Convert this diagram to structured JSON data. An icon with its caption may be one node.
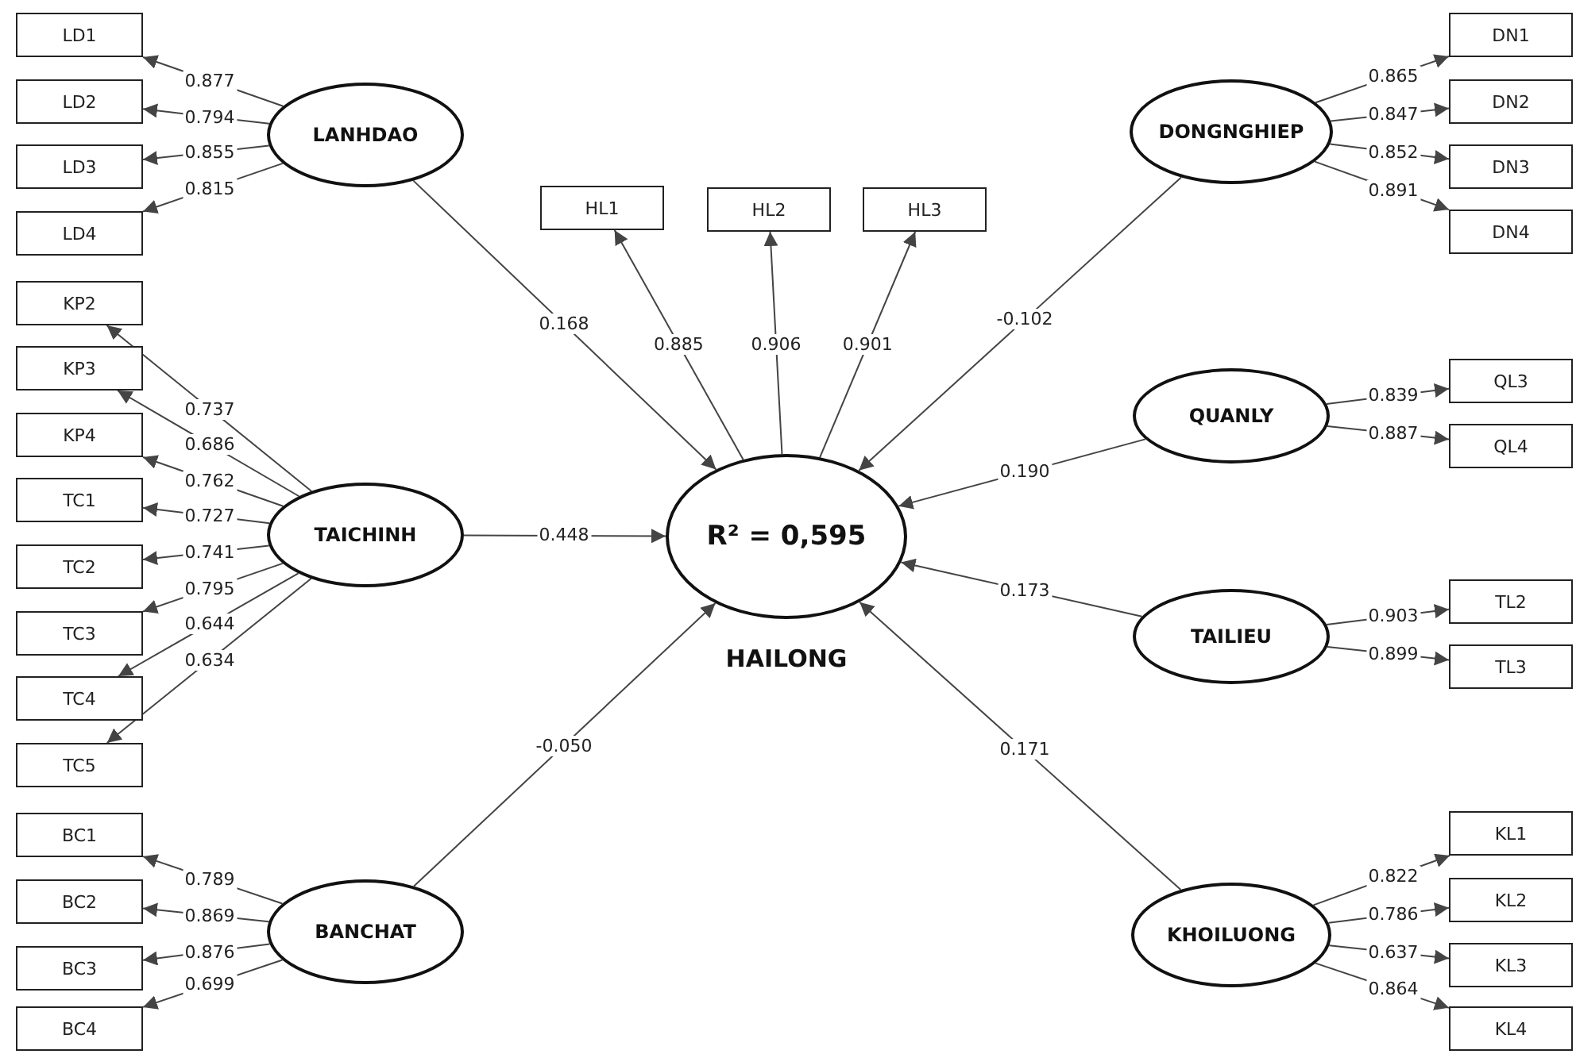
{
  "diagram": {
    "nodes": [
      {
        "text": [
          "LD1"
        ]
      },
      {
        "text": [
          "LD2"
        ]
      },
      {
        "text": [
          "LD3"
        ]
      },
      {
        "text": [
          "LD4"
        ]
      },
      {
        "text": [
          "LANHDAO"
        ]
      },
      {
        "text": [
          "KP2"
        ]
      },
      {
        "text": [
          "KP3"
        ]
      },
      {
        "text": [
          "KP4"
        ]
      },
      {
        "text": [
          "TC1"
        ]
      },
      {
        "text": [
          "TC2"
        ]
      },
      {
        "text": [
          "TC3"
        ]
      },
      {
        "text": [
          "TC4"
        ]
      },
      {
        "text": [
          "TC5"
        ]
      },
      {
        "text": [
          "TAICHINH"
        ]
      },
      {
        "text": [
          "BC1"
        ]
      },
      {
        "text": [
          "BC2"
        ]
      },
      {
        "text": [
          "BC3"
        ]
      },
      {
        "text": [
          "BC4"
        ]
      },
      {
        "text": [
          "BANCHAT"
        ]
      },
      {
        "text": [
          "HL1"
        ]
      },
      {
        "text": [
          "HL2"
        ]
      },
      {
        "text": [
          "HL3"
        ]
      },
      {
        "text": [
          "R² = 0,595",
          "HAILONG"
        ]
      },
      {
        "text": [
          "DONGNGHIEP"
        ]
      },
      {
        "text": [
          "DN1"
        ]
      },
      {
        "text": [
          "DN2"
        ]
      },
      {
        "text": [
          "DN3"
        ]
      },
      {
        "text": [
          "DN4"
        ]
      },
      {
        "text": [
          "QUANLY"
        ]
      },
      {
        "text": [
          "QL3"
        ]
      },
      {
        "text": [
          "QL4"
        ]
      },
      {
        "text": [
          "TAILIEU"
        ]
      },
      {
        "text": [
          "TL2"
        ]
      },
      {
        "text": [
          "TL3"
        ]
      },
      {
        "text": [
          "KHOILUONG"
        ]
      },
      {
        "text": [
          "KL1"
        ]
      },
      {
        "text": [
          "KL2"
        ]
      },
      {
        "text": [
          "KL3"
        ]
      },
      {
        "text": [
          "KL4"
        ]
      }
    ],
    "edges": [
      {
        "from": 4,
        "to": 0,
        "arrow": "to",
        "label": "0.877"
      },
      {
        "from": 4,
        "to": 1,
        "arrow": "to",
        "label": "0.794"
      },
      {
        "from": 4,
        "to": 2,
        "arrow": "to",
        "label": "0.855"
      },
      {
        "from": 4,
        "to": 3,
        "arrow": "to",
        "label": "0.815"
      },
      {
        "from": 13,
        "to": 5,
        "arrow": "to",
        "label": "0.737"
      },
      {
        "from": 13,
        "to": 6,
        "arrow": "to",
        "label": "0.686"
      },
      {
        "from": 13,
        "to": 7,
        "arrow": "to",
        "label": "0.762"
      },
      {
        "from": 13,
        "to": 8,
        "arrow": "to",
        "label": "0.727"
      },
      {
        "from": 13,
        "to": 9,
        "arrow": "to",
        "label": "0.741"
      },
      {
        "from": 13,
        "to": 10,
        "arrow": "to",
        "label": "0.795"
      },
      {
        "from": 13,
        "to": 11,
        "arrow": "to",
        "label": "0.644"
      },
      {
        "from": 13,
        "to": 12,
        "arrow": "to",
        "label": "0.634"
      },
      {
        "from": 18,
        "to": 14,
        "arrow": "to",
        "label": "0.789"
      },
      {
        "from": 18,
        "to": 15,
        "arrow": "to",
        "label": "0.869"
      },
      {
        "from": 18,
        "to": 16,
        "arrow": "to",
        "label": "0.876"
      },
      {
        "from": 18,
        "to": 17,
        "arrow": "to",
        "label": "0.699"
      },
      {
        "from": 4,
        "to": 22,
        "arrow": "to",
        "label": "0.168"
      },
      {
        "from": 13,
        "to": 22,
        "arrow": "to",
        "label": "0.448"
      },
      {
        "from": 18,
        "to": 22,
        "arrow": "to",
        "label": "-0.050"
      },
      {
        "from": 22,
        "to": 19,
        "arrow": "to",
        "label": "0.885"
      },
      {
        "from": 22,
        "to": 20,
        "arrow": "to",
        "label": "0.906"
      },
      {
        "from": 22,
        "to": 21,
        "arrow": "to",
        "label": "0.901"
      },
      {
        "from": 23,
        "to": 22,
        "arrow": "to",
        "label": "-0.102"
      },
      {
        "from": 28,
        "to": 22,
        "arrow": "to",
        "label": "0.190"
      },
      {
        "from": 31,
        "to": 22,
        "arrow": "to",
        "label": "0.173"
      },
      {
        "from": 34,
        "to": 22,
        "arrow": "to",
        "label": "0.171"
      },
      {
        "from": 23,
        "to": 24,
        "arrow": "to",
        "label": "0.865"
      },
      {
        "from": 23,
        "to": 25,
        "arrow": "to",
        "label": "0.847"
      },
      {
        "from": 23,
        "to": 26,
        "arrow": "to",
        "label": "0.852"
      },
      {
        "from": 23,
        "to": 27,
        "arrow": "to",
        "label": "0.891"
      },
      {
        "from": 28,
        "to": 29,
        "arrow": "to",
        "label": "0.839"
      },
      {
        "from": 28,
        "to": 30,
        "arrow": "to",
        "label": "0.887"
      },
      {
        "from": 31,
        "to": 32,
        "arrow": "to",
        "label": "0.903"
      },
      {
        "from": 31,
        "to": 33,
        "arrow": "to",
        "label": "0.899"
      },
      {
        "from": 34,
        "to": 35,
        "arrow": "to",
        "label": "0.822"
      },
      {
        "from": 34,
        "to": 36,
        "arrow": "to",
        "label": "0.786"
      },
      {
        "from": 34,
        "to": 37,
        "arrow": "to",
        "label": "0.637"
      },
      {
        "from": 34,
        "to": 38,
        "arrow": "to",
        "label": "0.864"
      }
    ]
  }
}
